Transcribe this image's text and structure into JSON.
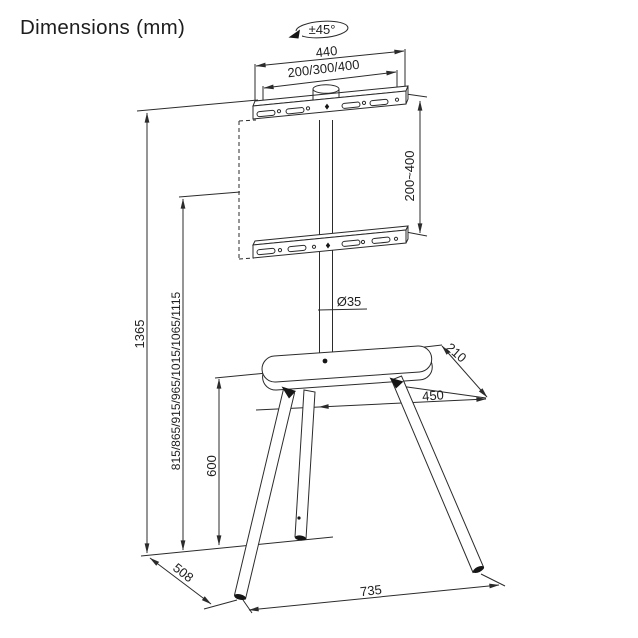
{
  "title": "Dimensions (mm)",
  "diagram": {
    "swivel_label": "±45°",
    "bracket_width_label": "440",
    "vesa_width_label": "200/300/400",
    "vesa_height_label": "200~400",
    "pole_diameter_label": "Ø35",
    "total_height_label": "1365",
    "mount_height_options_label": "815/865/915/965/1015/1065/1115",
    "shelf_height_label": "600",
    "shelf_depth_label": "210",
    "shelf_width_label": "450",
    "base_depth_label": "508",
    "base_width_label": "735",
    "line_color": "#2b2b2b",
    "background": "#ffffff"
  }
}
